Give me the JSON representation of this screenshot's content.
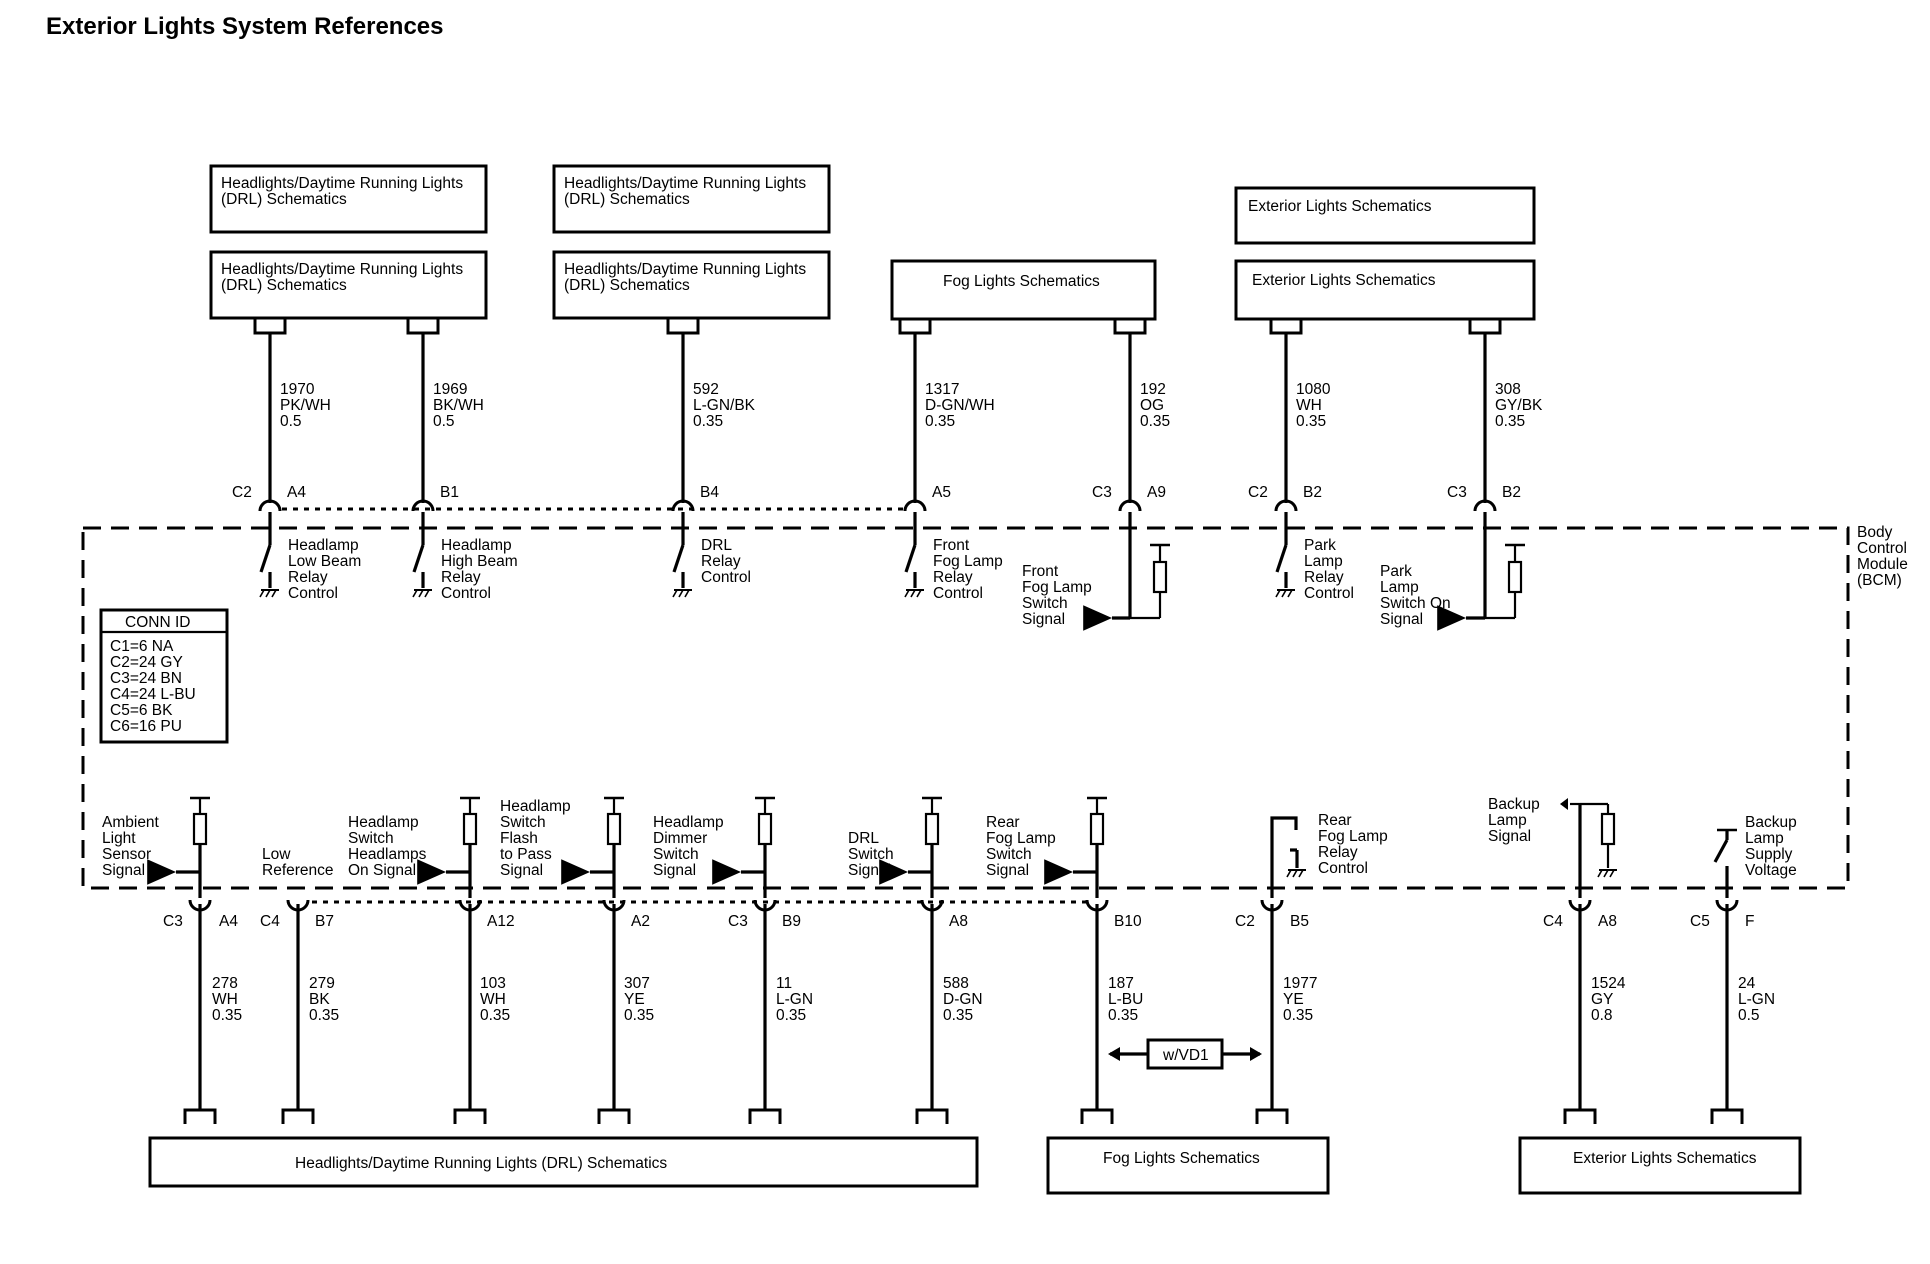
{
  "title": "Exterior Lights System References",
  "top_boxes": [
    {
      "text": [
        "Headlights/Daytime Running Lights",
        "(DRL) Schematics"
      ]
    },
    {
      "text": [
        "Headlights/Daytime Running Lights",
        "(DRL) Schematics"
      ]
    },
    {
      "text": [
        "Exterior Lights Schematics"
      ]
    },
    {
      "text": [
        "Headlights/Daytime Running Lights",
        "(DRL) Schematics"
      ]
    },
    {
      "text": [
        "Headlights/Daytime Running Lights",
        "(DRL) Schematics"
      ]
    },
    {
      "text": [
        "Fog Lights Schematics"
      ]
    },
    {
      "text": [
        "Exterior Lights Schematics"
      ]
    }
  ],
  "bottom_boxes": [
    {
      "text": "Headlights/Daytime Running Lights (DRL) Schematics"
    },
    {
      "text": "Fog Lights Schematics"
    },
    {
      "text": "Exterior Lights Schematics"
    }
  ],
  "module": {
    "label": [
      "Body",
      "Control",
      "Module",
      "(BCM)"
    ]
  },
  "conn_id": {
    "title": "CONN ID",
    "lines": [
      "C1=6 NA",
      "C2=24 GY",
      "C3=24 BN",
      "C4=24 L-BU",
      "C5=6 BK",
      "C6=16 PU"
    ]
  },
  "top_wires": [
    {
      "circuit": "1970",
      "color": "PK/WH",
      "size": "0.5",
      "conn": "C2",
      "pin": "A4",
      "func": [
        "Headlamp",
        "Low Beam",
        "Relay",
        "Control"
      ]
    },
    {
      "circuit": "1969",
      "color": "BK/WH",
      "size": "0.5",
      "conn": "",
      "pin": "B1",
      "func": [
        "Headlamp",
        "High Beam",
        "Relay",
        "Control"
      ]
    },
    {
      "circuit": "592",
      "color": "L-GN/BK",
      "size": "0.35",
      "conn": "",
      "pin": "B4",
      "func": [
        "DRL",
        "Relay",
        "Control"
      ]
    },
    {
      "circuit": "1317",
      "color": "D-GN/WH",
      "size": "0.35",
      "conn": "",
      "pin": "A5",
      "func": [
        "Front",
        "Fog Lamp",
        "Relay",
        "Control"
      ]
    },
    {
      "circuit": "192",
      "color": "OG",
      "size": "0.35",
      "conn": "C3",
      "pin": "A9",
      "func": [
        "Front",
        "Fog Lamp",
        "Switch",
        "Signal"
      ]
    },
    {
      "circuit": "1080",
      "color": "WH",
      "size": "0.35",
      "conn": "C2",
      "pin": "B2",
      "func": [
        "Park",
        "Lamp",
        "Relay",
        "Control"
      ]
    },
    {
      "circuit": "308",
      "color": "GY/BK",
      "size": "0.35",
      "conn": "C3",
      "pin": "B2",
      "func": [
        "Park",
        "Lamp",
        "Switch On",
        "Signal"
      ]
    }
  ],
  "bottom_wires": [
    {
      "circuit": "278",
      "color": "WH",
      "size": "0.35",
      "conn": "C3",
      "pin": "A4",
      "func": [
        "Ambient",
        "Light",
        "Sensor",
        "Signal"
      ]
    },
    {
      "circuit": "279",
      "color": "BK",
      "size": "0.35",
      "conn": "C4",
      "pin": "B7",
      "func": [
        "Low",
        "Reference"
      ]
    },
    {
      "circuit": "103",
      "color": "WH",
      "size": "0.35",
      "conn": "",
      "pin": "A12",
      "func": [
        "Headlamp",
        "Switch",
        "Headlamps",
        "On Signal"
      ]
    },
    {
      "circuit": "307",
      "color": "YE",
      "size": "0.35",
      "conn": "",
      "pin": "A2",
      "func": [
        "Headlamp",
        "Switch",
        "Flash",
        "to Pass",
        "Signal"
      ]
    },
    {
      "circuit": "11",
      "color": "L-GN",
      "size": "0.35",
      "conn": "C3",
      "pin": "B9",
      "func": [
        "Headlamp",
        "Dimmer",
        "Switch",
        "Signal"
      ]
    },
    {
      "circuit": "588",
      "color": "D-GN",
      "size": "0.35",
      "conn": "",
      "pin": "A8",
      "func": [
        "DRL",
        "Switch",
        "Signal"
      ]
    },
    {
      "circuit": "187",
      "color": "L-BU",
      "size": "0.35",
      "conn": "",
      "pin": "B10",
      "func": [
        "Rear",
        "Fog Lamp",
        "Switch",
        "Signal"
      ]
    },
    {
      "circuit": "1977",
      "color": "YE",
      "size": "0.35",
      "conn": "C2",
      "pin": "B5",
      "func": [
        "Rear",
        "Fog Lamp",
        "Relay",
        "Control"
      ]
    },
    {
      "circuit": "1524",
      "color": "GY",
      "size": "0.8",
      "conn": "C4",
      "pin": "A8",
      "func": [
        "Backup",
        "Lamp",
        "Signal"
      ]
    },
    {
      "circuit": "24",
      "color": "L-GN",
      "size": "0.5",
      "conn": "C5",
      "pin": "F",
      "func": [
        "Backup",
        "Lamp",
        "Supply",
        "Voltage"
      ]
    }
  ],
  "option": {
    "label": "w/VD1"
  }
}
